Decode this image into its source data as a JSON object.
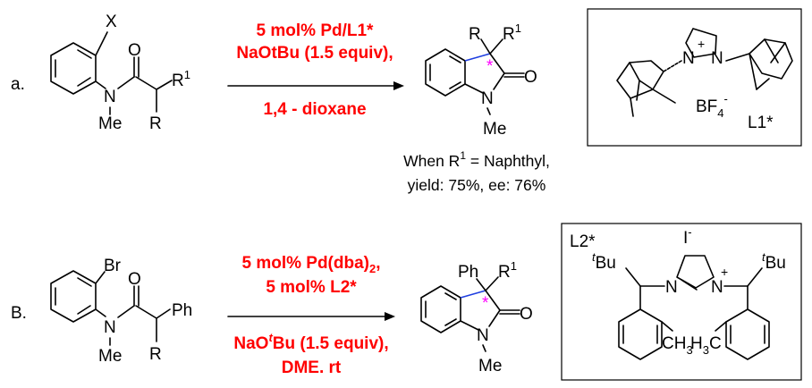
{
  "scheme_a": {
    "label": "a.",
    "reactant": {
      "X": "X",
      "O": "O",
      "N": "N",
      "Me": "Me",
      "R": "R",
      "R1": "R",
      "R1_sup": "1"
    },
    "conditions": {
      "line1": "5 mol% Pd/L1*",
      "line2": "NaOtBu (1.5 equiv),",
      "line3": "1,4 - dioxane"
    },
    "product": {
      "R": "R",
      "R1": "R",
      "R1_sup": "1",
      "O": "O",
      "N": "N",
      "Me": "Me",
      "star": "*"
    },
    "note_line1_pre": "When R",
    "note_line1_sup": "1",
    "note_line1_post": " = Naphthyl,",
    "note_line2": "yield: 75%, ee: 76%",
    "ligand": {
      "name": "L1*",
      "N_left": "N",
      "N_right": "N",
      "plus": "+",
      "anion": "BF",
      "anion_sub": "4",
      "anion_sup": "-"
    }
  },
  "scheme_b": {
    "label": "B.",
    "reactant": {
      "Br": "Br",
      "O": "O",
      "N": "N",
      "Me": "Me",
      "R": "R",
      "Ph": "Ph"
    },
    "conditions": {
      "line1": "5 mol% Pd(dba)",
      "line1_sub": "2",
      "line1_end": ",",
      "line2": "5 mol% L2*",
      "line3_pre": "NaO",
      "line3_sup": "t",
      "line3_post": "Bu (1.5 equiv),",
      "line4": "DME. rt"
    },
    "product": {
      "Ph": "Ph",
      "R1": "R",
      "R1_sup": "1",
      "O": "O",
      "N": "N",
      "Me": "Me",
      "star": "*"
    },
    "ligand": {
      "name": "L2*",
      "anion": "I",
      "anion_sup": "-",
      "tBu_sup": "t",
      "tBu": "Bu",
      "N_left": "N",
      "N_right": "N",
      "plus": "+",
      "CH3_left": "CH",
      "CH3_left_sub": "3",
      "CH3_right": "H",
      "CH3_right_sub": "3",
      "CH3_right_end": "C"
    }
  }
}
